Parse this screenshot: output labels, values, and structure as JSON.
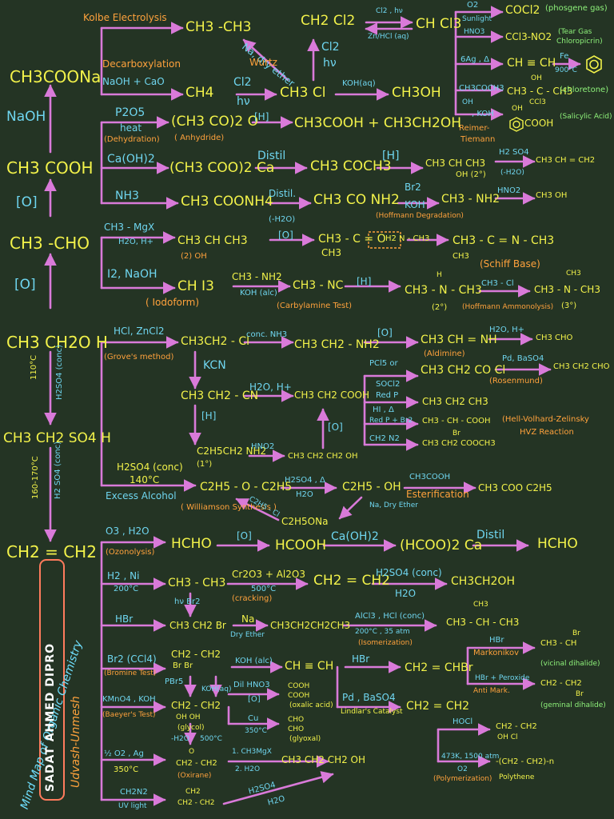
{
  "colors": {
    "board": "#243424",
    "arrow": "#d97ad9",
    "main": "#f2f24a",
    "reagent": "#6fd6f0",
    "name": "#ffa23c",
    "minor": "#8ef27a"
  },
  "col": {
    "ch3coona": "CH3COONa",
    "naoh": "NaOH",
    "ch3cooh": "CH3 COOH",
    "o1": "[O]",
    "ch3cho": "CH3 -CHO",
    "o2": "[O]",
    "ethanol": "CH3 CH2O H",
    "t110": "110°C",
    "h2so4a": "H2SO4 (conc)",
    "ethylhso4": "CH3 CH2 SO4 H",
    "t160": "160-170°C",
    "h2so4b": "H2 SO4 (conc)",
    "ethene": "CH2 = CH2"
  },
  "top": {
    "kolbe": "Kolbe Electrolysis",
    "ethane": "CH3 -CH3",
    "decarbox": "Decarboxylation",
    "naohcao": "NaOH + CaO",
    "ch4": "CH4",
    "cl2a": "Cl2",
    "hv1": "hν",
    "ch3cl": "CH3 Cl",
    "kohaq": "KOH(aq)",
    "ch3oh": "CH3OH",
    "nadry": "Na, dry ether",
    "wurtz": "Wurtz",
    "cl2b": "Cl2",
    "hv2": "hν",
    "ch2cl2": "CH2 Cl2",
    "cl2hv": "Cl2 , hν",
    "znhcl": "Zn/HCl (aq)",
    "chcl3": "CH Cl3",
    "o2": "O2",
    "sun": "Sunlight",
    "cocl2": "COCl2",
    "phos": "(phosgene gas)",
    "hno3": "HNO3",
    "chloropicrin": "CCl3-NO2",
    "tear": "(Tear Gas",
    "chloropicrin_name": "Chloropicrin)",
    "agheat": "6Ag , Δ",
    "acetylene": "CH ≡ CH",
    "fe": "Fe",
    "t900": "900°C",
    "benzene_icon": "benzene-ring",
    "acetone": "CH3COCH3",
    "oh": "OH",
    "chloretone": "CH3 - C - CH3",
    "chloretone_name": "(chloretone)",
    "ccl3": "CCl3",
    "phenol_oh": "OH",
    "koh": ", KOH",
    "reimer": "Reimer-",
    "tiemann": "Tiemann",
    "salicylic": "COOH",
    "salicylic_name": "(Salicylic Acid)",
    "salicylic_oh": "OH"
  },
  "mid": {
    "p2o5": "P2O5",
    "heat": "heat",
    "dehyd": "(Dehydration)",
    "anhydride": "(CH3 CO)2 O",
    "anh_name": "( Anhydride)",
    "h1": "[H]",
    "acid_alc": "CH3COOH + CH3CH2OH",
    "caoh2": "Ca(OH)2",
    "caacetate": "(CH3 COO)2 Ca",
    "distil": "Distil",
    "acetone2": "CH3 COCH3",
    "h2": "[H]",
    "ipa": "CH3 CH CH3",
    "ipa_oh": "OH (2°)",
    "h2so4c": "H2 SO4",
    "mh2o": "(-H2O)",
    "propene": "CH3 CH = CH2",
    "nh3": "NH3",
    "amm": "CH3 COONH4",
    "distil2": "Distil.",
    "mh2o2": "(-H2O)",
    "acetamide": "CH3 CO NH2",
    "br2": "Br2",
    "koh2": "KOH",
    "methylamine": "CH3 - NH2",
    "hno2": "HNO2",
    "ch3oh2": "CH3 OH",
    "hoffdeg": "(Hoffmann Degradation)"
  },
  "grig": {
    "ch3mgx": "CH3 - MgX",
    "h2oh": "H2O, H+",
    "ipa2": "CH3 CH CH3",
    "ipa2_oh": "(2) OH",
    "o3": "[O]",
    "acetone3": "CH3 - C = O",
    "acetone3_b": "CH3",
    "h2n": "H2 N - CH3",
    "schiff": "CH3 - C = N - CH3",
    "schiff_b": "CH3",
    "schiff_name": "(Schiff Base)",
    "i2naoh": "I2, NaOH",
    "chi3": "CH I3",
    "iodoform": "( Iodoform)",
    "ch3nh2": "CH3 - NH2",
    "kohalc": "KOH (alc)",
    "isocyanide": "CH3 - NC",
    "carbyl": "(Carbylamine Test)",
    "h3": "[H]",
    "dimethylamine": "CH3 - N - CH3",
    "dm_h": "H",
    "two": "(2°)",
    "ch3cl2": "CH3 - Cl",
    "hoffamm": "(Hoffmann Ammonolysis)",
    "trimethyl": "CH3 - N - CH3",
    "tm_ch3": "CH3",
    "three": "(3°)"
  },
  "ethyl": {
    "hclzncl2": "HCl, ZnCl2",
    "groves": "(Grove's method)",
    "ethylcl": "CH3CH2 - Cl",
    "concnh3": "conc. NH3",
    "ethylamine": "CH3 CH2 - NH2",
    "o4": "[O]",
    "aldimine": "CH3 CH = NH",
    "aldimine_name": "(Aldimine)",
    "h2o": "H2O, H+",
    "acetal": "CH3 CHO",
    "kcn": "KCN",
    "ethylcn": "CH3 CH2 - CN",
    "h2oh2": "H2O, H+",
    "propanoic": "CH3 CH2 COOH",
    "pcl5": "PCl5 or",
    "socl2": "SOCl2",
    "acylcl": "CH3 CH2 CO Cl",
    "pdbaso4": "Pd, BaSO4",
    "rosen": "(Rosenmund)",
    "propanal": "CH3 CH2 CHO",
    "redp": "Red P",
    "hi": "HI , Δ",
    "propane": "CH3 CH2 CH3",
    "redpbr2": "Red P + Br2",
    "hvz": "CH3 - CH - COOH",
    "hvz_br": "Br",
    "hvz_name": "(Hell-Volhard-Zelinsky",
    "hvz_r": "HVZ Reaction",
    "ch2n2": "CH2 N2",
    "butanoic": "CH3 CH2 COOCH3",
    "h5": "[H]",
    "propylamine": "C2H5CH2 NH2",
    "one": "(1°)",
    "hno2b": "HNO2",
    "propanol": "CH3 CH2 CH2 OH",
    "o5": "[O]"
  },
  "ether": {
    "h2so4conc": "H2SO4 (conc)",
    "t140": "140°C",
    "excess": "Excess Alcohol",
    "diethyl": "C2H5 - O - C2H5",
    "h2so4d": "H2SO4 , Δ",
    "h2o2": "H2O",
    "ethoh": "C2H5 - OH",
    "ch3cooh2": "CH3COOH",
    "ester": "Esterification",
    "ethylacetate": "CH3 COO C2H5",
    "nadry": "Na, Dry Ether",
    "williamson": "( Williamson Synthesis )",
    "c2h5cl": "C2H5 - Cl",
    "c2h5ona": "C2H5ONa"
  },
  "alkene": {
    "o3h2o": "O3 , H2O",
    "ozon": "(Ozonolysis)",
    "hcho": "HCHO",
    "o6": "[O]",
    "hcooh": "HCOOH",
    "caoh2b": "Ca(OH)2",
    "caformate": "(HCOO)2 Ca",
    "distil3": "Distil",
    "hcho2": "HCHO",
    "h2ni": "H2 , Ni",
    "t200": "200°C",
    "ethane2": "CH3 - CH3",
    "cr2o3": "Cr2O3 + Al2O3",
    "t500": "500°C",
    "cracking": "(cracking)",
    "ethene2": "CH2 = CH2",
    "h2so4e": "H2SO4 (conc)",
    "h2o3": "H2O",
    "ethanol2": "CH3CH2OH",
    "hvbr2": "hν  Br2",
    "hbr": "HBr",
    "ethylbr": "CH3 CH2 Br",
    "na": "Na",
    "dryether": "Dry Ether",
    "butane": "CH3CH2CH2CH3",
    "alcl3": "AlCl3 , HCl (conc)",
    "t200b": "200°C , 35 atm",
    "isomer": "(Isomerization)",
    "isobutane_top": "CH3",
    "isobutane": "CH3 - CH - CH3",
    "br2ccl4": "Br2 (CCl4)",
    "bromine": "(Bromine Test)",
    "dibromo": "CH2 - CH2",
    "dibromo_br": "Br      Br",
    "kohalc2": "KOH (alc)",
    "acetylene2": "CH ≡ CH",
    "hbr2": "HBr",
    "vinylbr": "CH2 = CHBr",
    "hbr3": "HBr",
    "markov": "Markonikov",
    "vicinal": "CH3 - CH",
    "vicinal_br": "Br",
    "vicinal_name": "(vicinal dihalide)",
    "hbrper": "HBr + Peroxide",
    "antim": "Anti Mark.",
    "geminal": "CH2 - CH2",
    "geminal_br": "Br",
    "geminal_name": "(geminal dihalide)",
    "pbr5": "PBr5",
    "kohaq2": "KOH(aq)",
    "kmno4": "KMnO4 , KOH",
    "baeyer": "(Baeyer's Test)",
    "glycol": "CH2 - CH2",
    "glycol_oh": "OH    OH",
    "glycol_name": "(glycol)",
    "dilhno3": "Dil HNO3",
    "o7": "[O]",
    "oxalic": "COOH",
    "oxalic2": "COOH",
    "oxalic_name": "(oxalic acid)",
    "cu": "Cu",
    "t350": "350°C",
    "glyoxal": "CHO",
    "glyoxal2": "CHO",
    "glyoxal_name": "(glyoxal)",
    "pdbaso4b": "Pd , BaSO4",
    "lindlar": "Lindlar's Catalyst",
    "ethene3": "CH2 = CH2",
    "hocl": "HOCl",
    "chlorohydrin": "CH2 - CH2",
    "chlorohydrin_sub": "OH     Cl",
    "mh2o3": "-H2O",
    "t500b": "500°C",
    "o2ag": "½ O2 , Ag",
    "t350b": "350°C",
    "oxirane": "CH2 - CH2",
    "oxirane_o": "O",
    "oxirane_name": "(Oxirane)",
    "grig2": "1. CH3MgX",
    "grig2b": "2. H2O",
    "propanol2": "CH3 CH2 CH2 OH",
    "poly": "473K, 1500 atm",
    "poly_o2": "O2",
    "polymer": "(Polymerization)",
    "polythene": "-(CH2 - CH2)-n",
    "polythene_name": "Polythene",
    "ch2n2b": "CH2N2",
    "uv": "UV light",
    "cyclopropane": "CH2",
    "cyclopropane_b": "CH2 - CH2",
    "h2so4f": "H2SO4",
    "h2o4": "H2O"
  },
  "title": {
    "line1": "Mind Map of Organic Chemistry",
    "line2": "SADAT AHMED DIPRO",
    "line3": "Udvash-Unmesh"
  }
}
